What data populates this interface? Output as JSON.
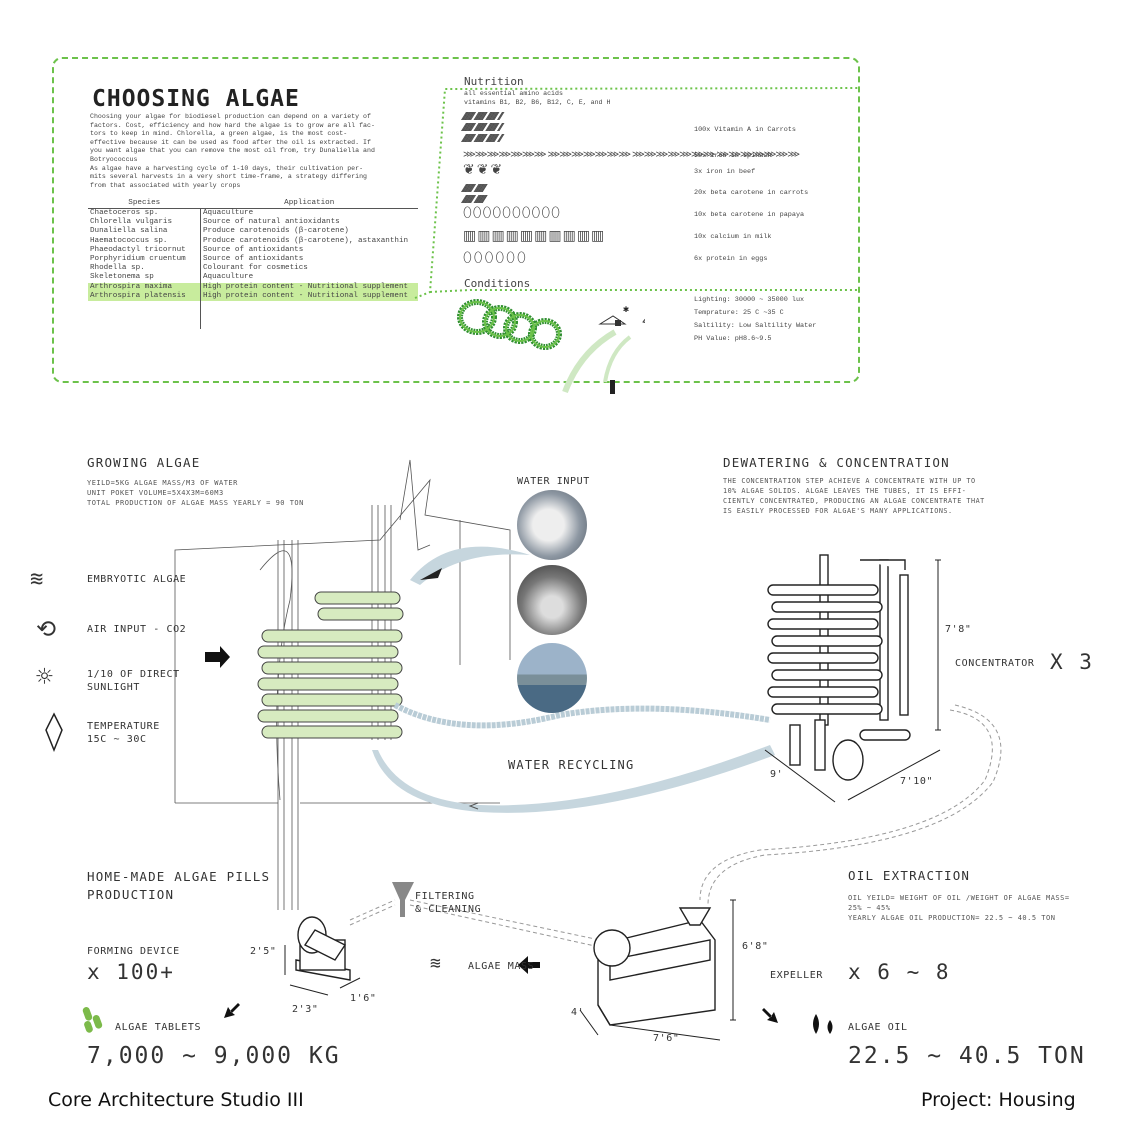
{
  "top": {
    "title": "CHOOSING ALGAE",
    "intro": [
      "Choosing your algae for biodiesel production can depend on a variety of",
      "factors. Cost, efficiency and how hard the algae is to grow are all fac-",
      "tors to keep in mind. Chlorella, a green algae, is the most cost-",
      "effective because it can be used as food after the oil is extracted. If",
      " you want algae that you can remove the most oil from, try Dunaliella and",
      " Botryococcus",
      "  As algae have a harvesting cycle of 1-10 days, their cultivation per-",
      "mits several harvests in a very short time-frame, a strategy differing",
      "from that associated with yearly crops"
    ],
    "table_headers": [
      "Species",
      "Application"
    ],
    "species_rows": [
      [
        "Chaetoceros sp.",
        "Aquaculture"
      ],
      [
        "Chlorella vulgaris",
        "Source of natural antioxidants"
      ],
      [
        "Dunaliella salina",
        "Produce carotenoids (β-carotene)"
      ],
      [
        "Haematococcus sp.",
        "Produce carotenoids (β-carotene), astaxanthin"
      ],
      [
        "Phaeodactyl tricornut",
        "Source of antioxidants"
      ],
      [
        "Porphyridium cruentum",
        "Source of antioxidants"
      ],
      [
        "Rhodella sp.",
        "Colourant for cosmetics"
      ],
      [
        "Skeletonema sp",
        "Aquaculture"
      ],
      [
        "Arthrospira maxima",
        "High protein content - Nutritional supplement"
      ],
      [
        "Arthrospira platensis",
        "High protein content - Nutritional supplement"
      ]
    ],
    "nutrition_title": "Nutrition",
    "nutrition_sub": [
      "all essential amino acids",
      "vitamins B1, B2, B6, B12, C, E, and H"
    ],
    "nutrition_rows": [
      "100x Vitamin A in Carrots",
      "50x iron in spinach",
      "3x iron in beef",
      "20x beta carotene in carrots",
      "10x beta carotene in papaya",
      "10x calcium in milk",
      "6x  protein in eggs"
    ],
    "conditions_title": "Conditions",
    "conditions": [
      "Lighting: 30000 ~ 35000 lux",
      "Temprature: 25 C ~35 C",
      "Saltility: Low Saltility Water",
      "PH Value: pH8.6~9.5"
    ]
  },
  "growing": {
    "title": "GROWING ALGAE",
    "sub": [
      "YEILD=5KG ALGAE MASS/M3 OF WATER",
      "UNIT POKET VOLUME=5X4X3M=60M3",
      "TOTAL PRODUCTION OF ALGAE MASS YEARLY = 90 TON"
    ],
    "inputs": [
      "EMBRYOTIC ALGAE",
      "AIR INPUT - CO2",
      "1/10 OF DIRECT",
      "SUNLIGHT",
      "TEMPERATURE",
      "15C ~ 30C"
    ],
    "water_input": "WATER INPUT",
    "water_recycling": "WATER RECYCLING"
  },
  "dewatering": {
    "title": "DEWATERING & CONCENTRATION",
    "sub": [
      "THE CONCENTRATION STEP ACHIEVE A CONCENTRATE WITH UP TO",
      "10% ALGAE SOLIDS. ALGAE LEAVES THE TUBES, IT IS EFFI-",
      "CIENTLY CONCENTRATED, PRODUCING AN ALGAE CONCENTRATE THAT",
      "IS EASILY PROCESSED FOR ALGAE'S MANY APPLICATIONS."
    ],
    "device": "CONCENTRATOR",
    "count": "X 3",
    "dims": [
      "7'8\"",
      "9'",
      "7'10\""
    ]
  },
  "pills": {
    "title": [
      "HOME-MADE ALGAE PILLS",
      "PRODUCTION"
    ],
    "device": "FORMING DEVICE",
    "count": "x 100+",
    "dims": [
      "2'5\"",
      "2'3\"",
      "1'6\""
    ],
    "output_label": "ALGAE TABLETS",
    "output_value": "7,000 ~ 9,000 KG",
    "filtering": [
      "FILTERING",
      "& CLEANING"
    ],
    "algae_mass": "ALGAE MASS"
  },
  "oil": {
    "title": "OIL EXTRACTION",
    "sub": [
      "OIL YEILD= WEIGHT OF OIL /WEIGHT OF ALGAE MASS=",
      "25% ~ 45%",
      "YEARLY ALGAE OIL PRODUCTION= 22.5 ~ 40.5 TON"
    ],
    "device": "EXPELLER",
    "count": "x 6 ~ 8",
    "dims": [
      "6'8\"",
      "4'",
      "7'6\""
    ],
    "output_label": "ALGAE OIL",
    "output_value": "22.5 ~ 40.5 TON"
  },
  "footer": {
    "left": "Core Architecture Studio III",
    "right": "Project: Housing"
  },
  "colors": {
    "accent_green": "#6cc24a",
    "highlight": "#c8ec9d",
    "water": "#b9ccd6"
  }
}
